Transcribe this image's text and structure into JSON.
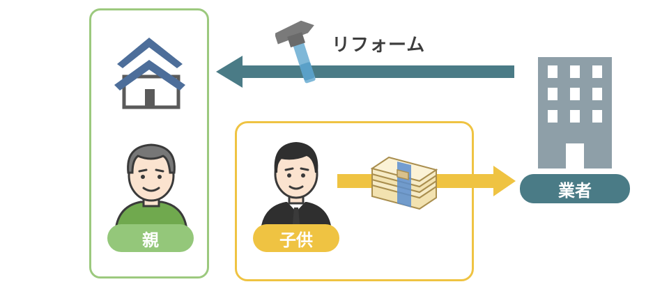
{
  "labels": {
    "reform": "リフォーム",
    "parent": "親",
    "child": "子供",
    "vendor": "業者"
  },
  "icons": {
    "house": "house-icon",
    "hammer": "hammer-icon",
    "building": "office-building-icon",
    "parent_person": "elderly-man-icon",
    "child_person": "businessman-icon",
    "money": "money-stack-icon"
  },
  "colors": {
    "parent_green": "#94c77a",
    "child_yellow": "#efc342",
    "teal_arrow": "#4a7b86",
    "building_gray": "#8e9fa8",
    "house_blue": "#4d6e9a"
  }
}
